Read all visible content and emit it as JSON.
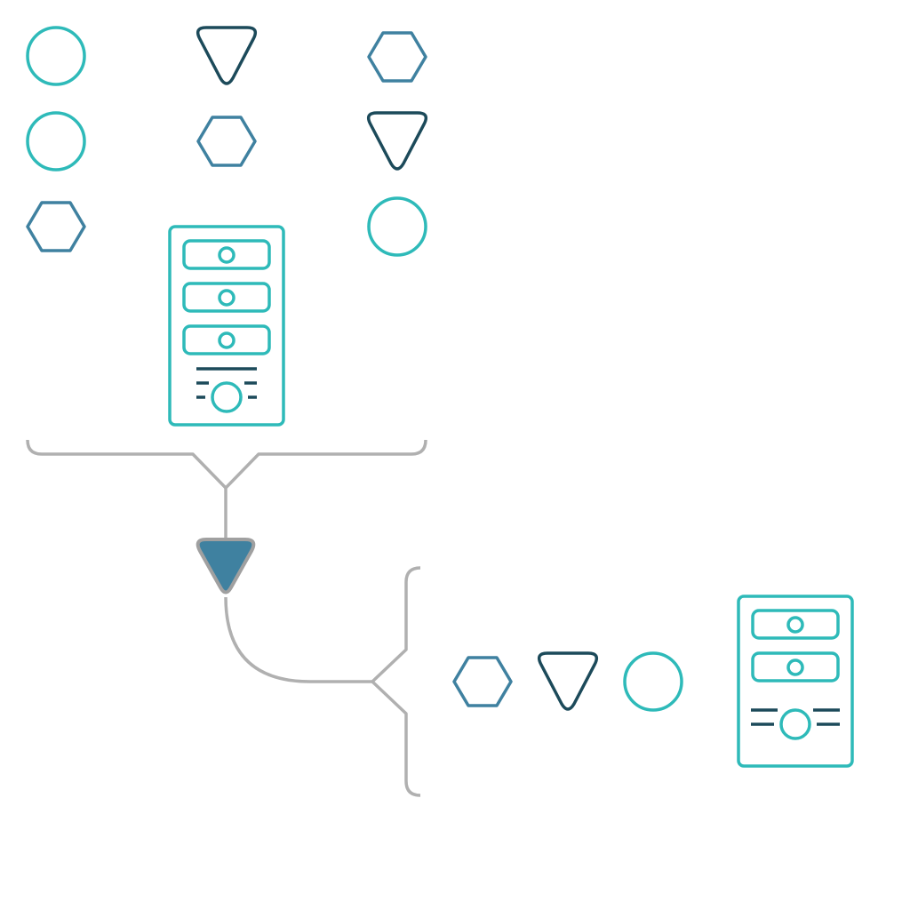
{
  "colors": {
    "teal": "#2ebab9",
    "blue": "#3f81a0",
    "dark": "#1c4a5a",
    "connector_gray": "#b0b0b0",
    "filled_triangle": "#3f81a0",
    "filled_triangle_outline": "#a0a0a0"
  },
  "source_grid": {
    "shapes": [
      {
        "shape": "circle",
        "color": "teal"
      },
      {
        "shape": "triangle-down",
        "color": "dark"
      },
      {
        "shape": "hexagon",
        "color": "blue"
      },
      {
        "shape": "circle",
        "color": "teal"
      },
      {
        "shape": "hexagon",
        "color": "blue"
      },
      {
        "shape": "triangle-down",
        "color": "dark"
      },
      {
        "shape": "hexagon",
        "color": "blue"
      },
      {
        "shape": "server-tower-3-drives",
        "color": "teal"
      },
      {
        "shape": "circle",
        "color": "teal"
      }
    ]
  },
  "merge_node": {
    "shape": "triangle-down",
    "style": "filled",
    "color": "filled_triangle"
  },
  "output_row": {
    "shapes": [
      {
        "shape": "hexagon",
        "color": "blue"
      },
      {
        "shape": "triangle-down",
        "color": "dark"
      },
      {
        "shape": "circle",
        "color": "teal"
      },
      {
        "shape": "server-tower-2-drives",
        "color": "teal"
      }
    ]
  }
}
